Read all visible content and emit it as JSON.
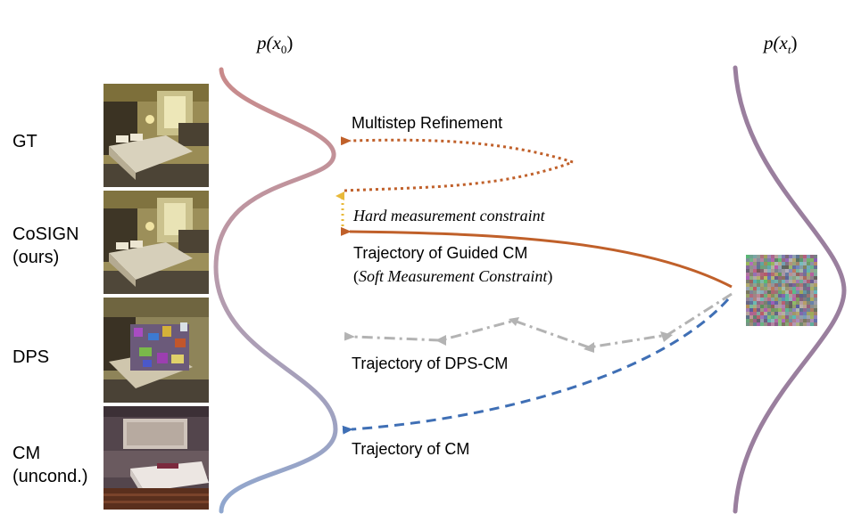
{
  "header": {
    "px0_p": "p(",
    "px0_x": "x",
    "px0_sub": "0",
    "px0_close": ")",
    "pxt_p": "p(",
    "pxt_x": "x",
    "pxt_sub": "t",
    "pxt_close": ")"
  },
  "rows": [
    {
      "label_line1": "GT",
      "label_line2": ""
    },
    {
      "label_line1": "CoSIGN",
      "label_line2": "(ours)"
    },
    {
      "label_line1": "DPS",
      "label_line2": ""
    },
    {
      "label_line1": "CM",
      "label_line2": "(uncond.)"
    }
  ],
  "annotations": {
    "multistep": "Multistep Refinement",
    "hard_constraint": "Hard measurement constraint",
    "guided_cm": "Trajectory of Guided CM",
    "soft_constraint_open": "(",
    "soft_constraint": "Soft Measurement Constraint",
    "soft_constraint_close": ")",
    "dps_cm": "Trajectory of DPS-CM",
    "cm": "Trajectory of CM"
  },
  "colors": {
    "guided": "#c0602a",
    "hard": "#e8b93a",
    "dps": "#b3b3b3",
    "cm": "#3f6fb5",
    "dist_top": "#c98a8a",
    "dist_bottom": "#8fa7cf",
    "dist_right": "#9a7f9e"
  }
}
